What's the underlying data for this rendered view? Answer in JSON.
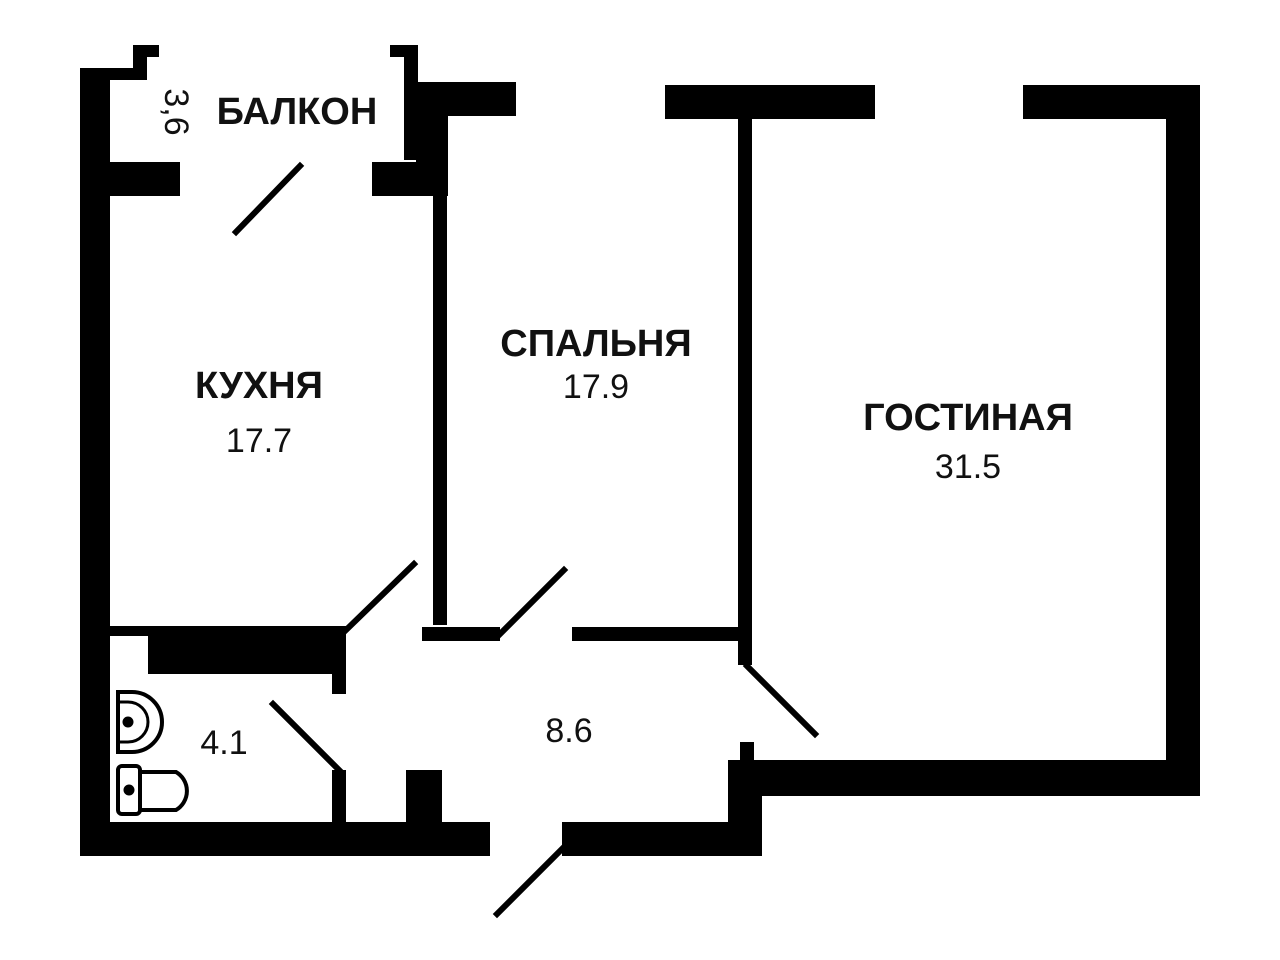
{
  "colors": {
    "wall": "#000000",
    "background": "#ffffff",
    "text": "#111111"
  },
  "rooms": {
    "balcony": {
      "name": "БАЛКОН",
      "area": "3,6"
    },
    "kitchen": {
      "name": "КУХНЯ",
      "area": "17.7"
    },
    "bedroom": {
      "name": "СПАЛЬНЯ",
      "area": "17.9"
    },
    "living": {
      "name": "ГОСТИНАЯ",
      "area": "31.5"
    },
    "bathroom": {
      "area": "4.1"
    },
    "hallway": {
      "area": "8.6"
    }
  },
  "fixtures": [
    {
      "name": "sink-icon"
    },
    {
      "name": "toilet-icon"
    }
  ]
}
